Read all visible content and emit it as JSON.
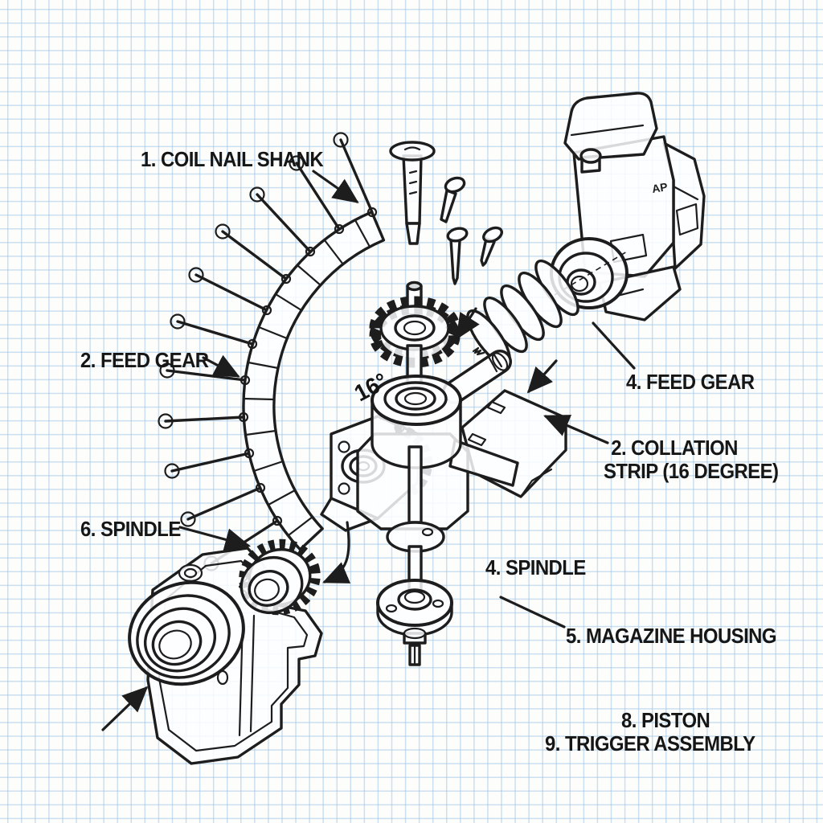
{
  "diagram": {
    "subject": "coil-nailer-exploded-view",
    "colors": {
      "paper": "#fdfdfc",
      "grid_line": "#a0c6e5",
      "ink": "#1d1d1d"
    },
    "labels": [
      {
        "id": "coil-nail-shank",
        "text": "1. COIL NAIL SHANK"
      },
      {
        "id": "feed-gear-left",
        "text": "2. FEED GEAR"
      },
      {
        "id": "spindle-left",
        "text": "6. SPINDLE"
      },
      {
        "id": "feed-gear-right",
        "text": "4. FEED GEAR"
      },
      {
        "id": "collation-strip-1",
        "text": "2. COLLATION"
      },
      {
        "id": "collation-strip-2",
        "text": "STRIP (16 DEGREE)"
      },
      {
        "id": "spindle-right",
        "text": "4. SPINDLE"
      },
      {
        "id": "magazine-housing",
        "text": "5. MAGAZINE HOUSING"
      },
      {
        "id": "piston",
        "text": "8. PISTON"
      },
      {
        "id": "trigger-assembly",
        "text": "9. TRIGGER ASSEMBLY"
      },
      {
        "id": "angle-annotation",
        "text": "16°"
      },
      {
        "id": "housing-marking",
        "text": "AP"
      }
    ],
    "parts": [
      "coil-nail-strip",
      "loose-nails",
      "feed-spring",
      "roller-pin",
      "spur-gear",
      "spindle-shaft",
      "drum-bearing",
      "magazine-plate",
      "pawl-bracket",
      "flange-disc",
      "tool-housing",
      "motor-gearbox",
      "crown-gear"
    ]
  }
}
